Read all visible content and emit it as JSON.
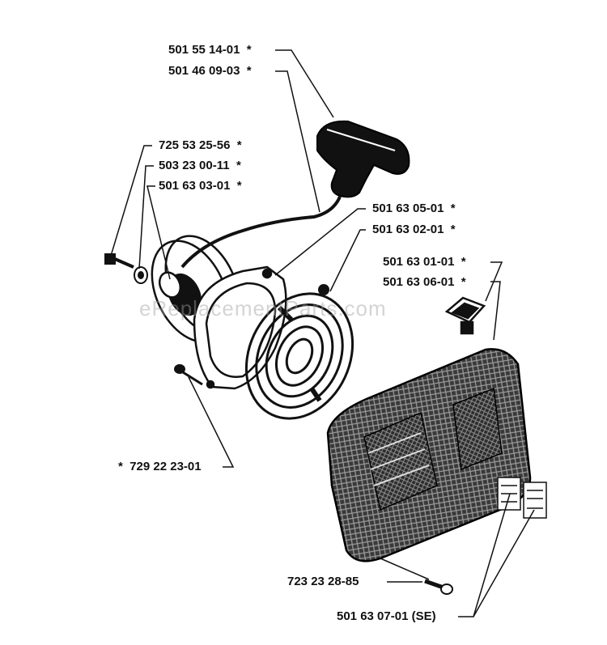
{
  "watermark": "eReplacementParts.com",
  "parts": [
    {
      "id": "p1",
      "number": "501 55 14-01",
      "mark": "*"
    },
    {
      "id": "p2",
      "number": "501 46 09-03",
      "mark": "*"
    },
    {
      "id": "p3",
      "number": "725 53 25-56",
      "mark": "*"
    },
    {
      "id": "p4",
      "number": "503 23 00-11",
      "mark": "*"
    },
    {
      "id": "p5",
      "number": "501 63 03-01",
      "mark": "*"
    },
    {
      "id": "p6",
      "number": "501 63 05-01",
      "mark": "*"
    },
    {
      "id": "p7",
      "number": "501 63 02-01",
      "mark": "*"
    },
    {
      "id": "p8",
      "number": "501 63 01-01",
      "mark": "*"
    },
    {
      "id": "p9",
      "number": "501 63 06-01",
      "mark": "*"
    },
    {
      "id": "p10",
      "number": "729 22 23-01",
      "mark": "*"
    },
    {
      "id": "p11",
      "number": "723 23 28-85",
      "mark": ""
    },
    {
      "id": "p12",
      "number": "501 63 07-01 (SE)",
      "mark": ""
    }
  ]
}
